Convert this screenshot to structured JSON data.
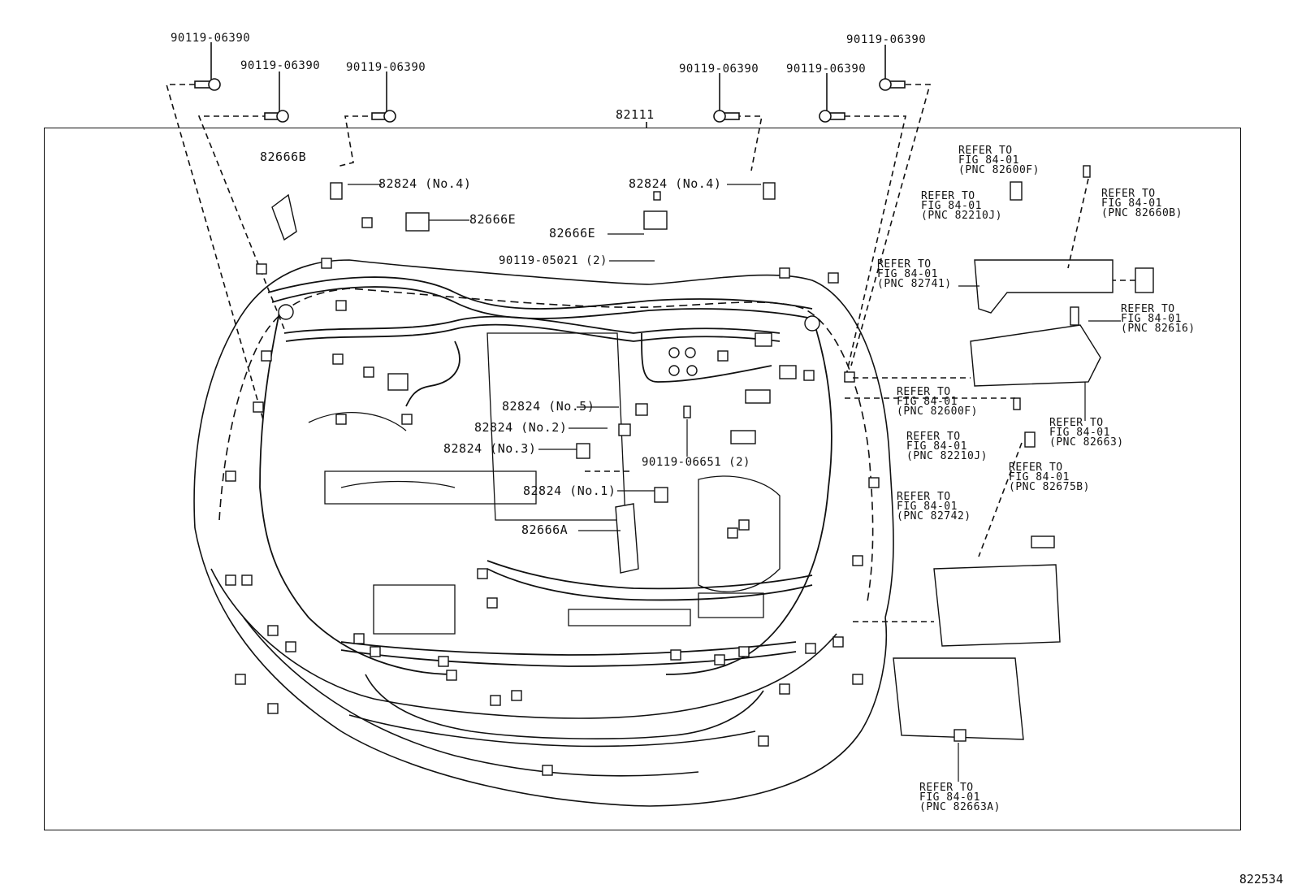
{
  "callouts": {
    "bolt_far_left": "90119-06390",
    "bolt_left_2": "90119-06390",
    "bolt_left_3": "90119-06390",
    "bolt_right_1": "90119-06390",
    "bolt_right_2": "90119-06390",
    "bolt_far_right": "90119-06390",
    "harness": "82111",
    "clamp_b": "82666B",
    "clamp_e_left": "82666E",
    "clamp_e_right": "82666E",
    "clamp_a": "82666A",
    "relay_no4_left": "82824 (No.4)",
    "relay_no4_right": "82824 (No.4)",
    "relay_no5": "82824 (No.5)",
    "relay_no2": "82824 (No.2)",
    "relay_no3": "82824 (No.3)",
    "relay_no1": "82824 (No.1)",
    "bolt_05021": "90119-05021 (2)",
    "bolt_06651": "90119-06651 (2)"
  },
  "references": [
    {
      "l1": "REFER TO",
      "l2": "FIG 84-01",
      "l3": "(PNC 82600F)"
    },
    {
      "l1": "REFER TO",
      "l2": "FIG 84-01",
      "l3": "(PNC 82210J)"
    },
    {
      "l1": "REFER TO",
      "l2": "FIG 84-01",
      "l3": "(PNC 82660B)"
    },
    {
      "l1": "REFER TO",
      "l2": "FIG 84-01",
      "l3": "(PNC 82741)"
    },
    {
      "l1": "REFER TO",
      "l2": "FIG 84-01",
      "l3": "(PNC 82616)"
    },
    {
      "l1": "REFER TO",
      "l2": "FIG 84-01",
      "l3": "(PNC 82600F)"
    },
    {
      "l1": "REFER TO",
      "l2": "FIG 84-01",
      "l3": "(PNC 82663)"
    },
    {
      "l1": "REFER TO",
      "l2": "FIG 84-01",
      "l3": "(PNC 82210J)"
    },
    {
      "l1": "REFER TO",
      "l2": "FIG 84-01",
      "l3": "(PNC 82675B)"
    },
    {
      "l1": "REFER TO",
      "l2": "FIG 84-01",
      "l3": "(PNC 82742)"
    },
    {
      "l1": "REFER TO",
      "l2": "FIG 84-01",
      "l3": "(PNC 82663A)"
    }
  ],
  "diagram_code": "822534"
}
